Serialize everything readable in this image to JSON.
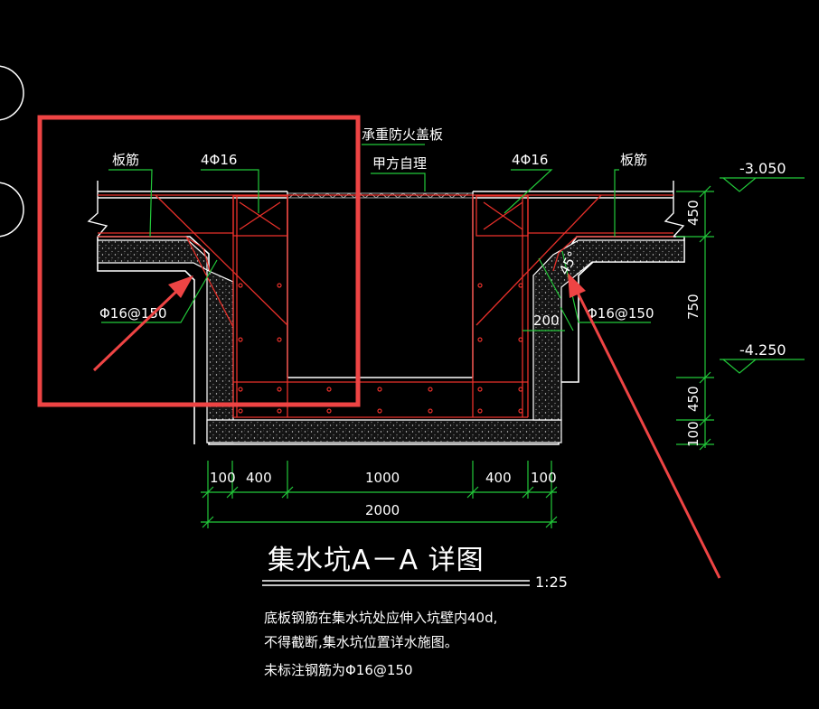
{
  "labels": {
    "slab_rebar_left": "板筋",
    "slab_rebar_right": "板筋",
    "bars_4phi16_left": "4Φ16",
    "bars_4phi16_right": "4Φ16",
    "cover_line1": "承重防火盖板",
    "cover_line2": "甲方自理",
    "phi16_left": "Φ16@150",
    "phi16_right": "Φ16@150",
    "dim_200": "200",
    "angle_45": "45°"
  },
  "elevations": {
    "top": "-3.050",
    "bottom": "-4.250"
  },
  "vertical_dims": [
    "450",
    "750",
    "450",
    "100"
  ],
  "horizontal_dims": [
    "100",
    "400",
    "1000",
    "400",
    "100"
  ],
  "total_dim": "2000",
  "title": {
    "main": "集水坑A－A 详图",
    "scale": "1:25"
  },
  "notes": [
    "底板钢筋在集水坑处应伸入坑壁内40d,",
    "不得截断,集水坑位置详水施图。",
    "未标注钢筋为Φ16@150"
  ],
  "colors": {
    "background": "#000000",
    "concrete": "#ffffff",
    "rebar": "#e8302a",
    "dimension": "#22c93a",
    "annotation_box": "#ee4444"
  }
}
